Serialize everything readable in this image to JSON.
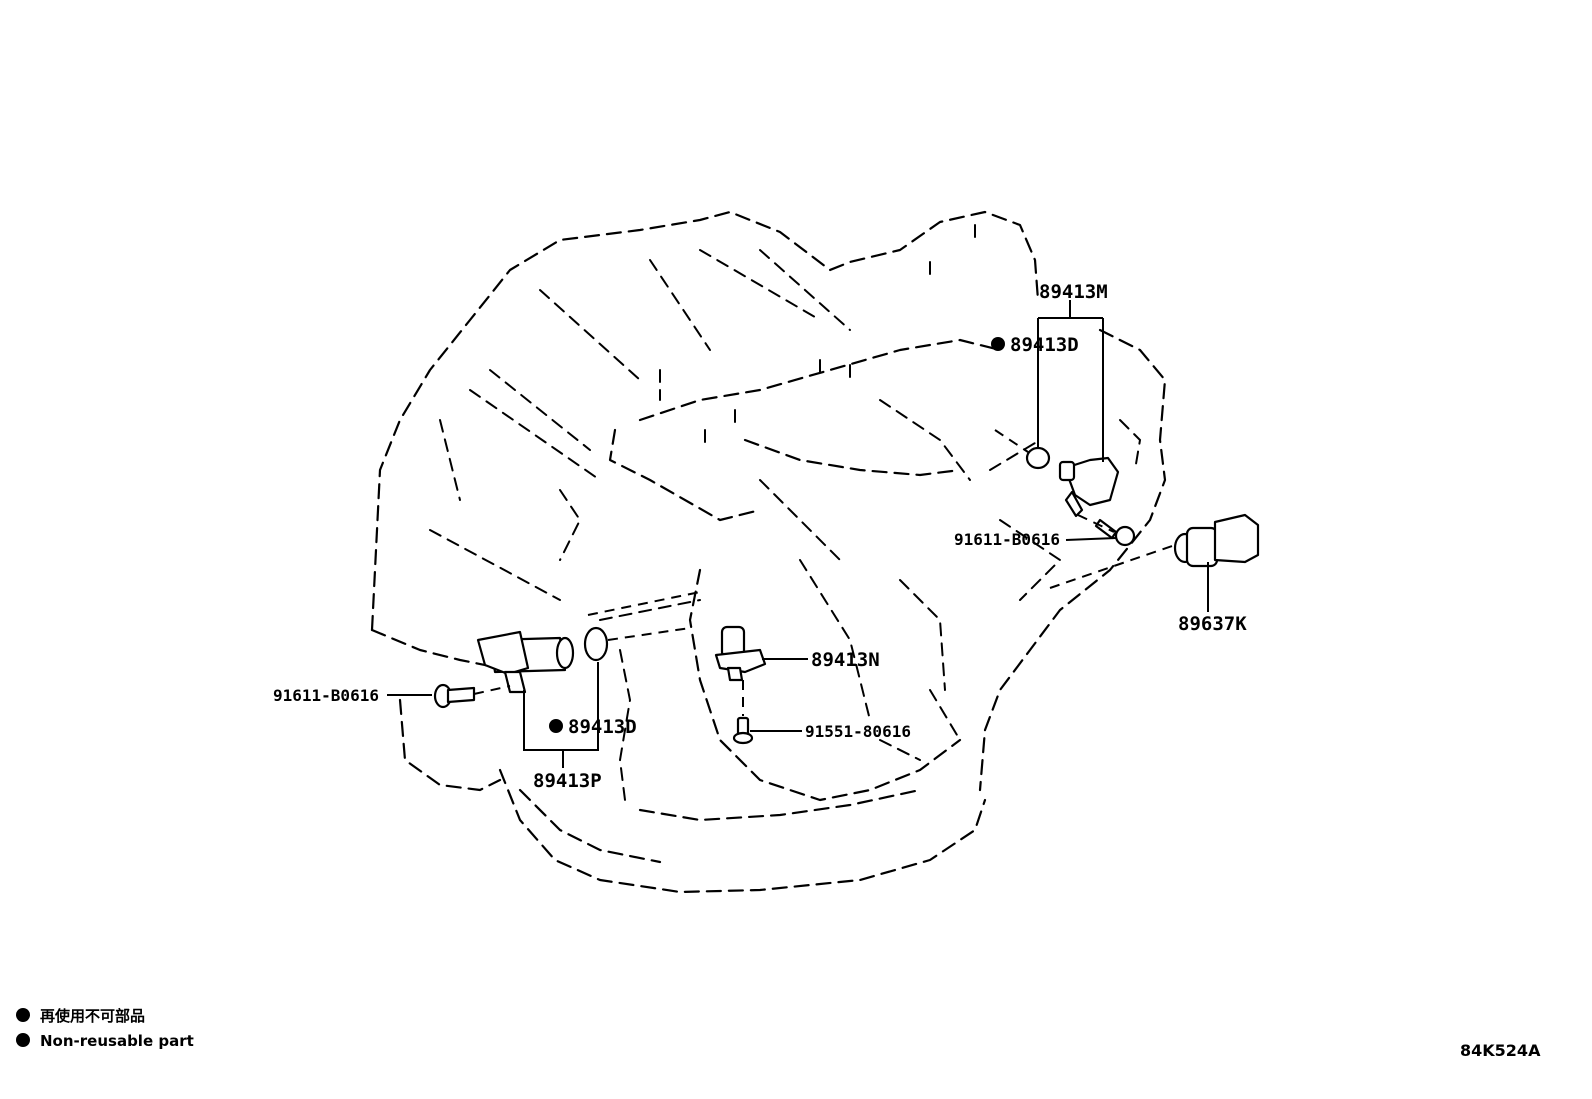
{
  "callouts": {
    "label_89413M": "89413M",
    "label_89413D_top": "89413D",
    "label_91611_right": "91611-B0616",
    "label_89637K": "89637K",
    "label_89413N": "89413N",
    "label_91551": "91551-80616",
    "label_91611_left": "91611-B0616",
    "label_89413D_bottom": "89413D",
    "label_89413P": "89413P"
  },
  "legend": {
    "japanese": "再使用不可部品",
    "english": "Non-reusable part"
  },
  "reference_code": "84K524A"
}
